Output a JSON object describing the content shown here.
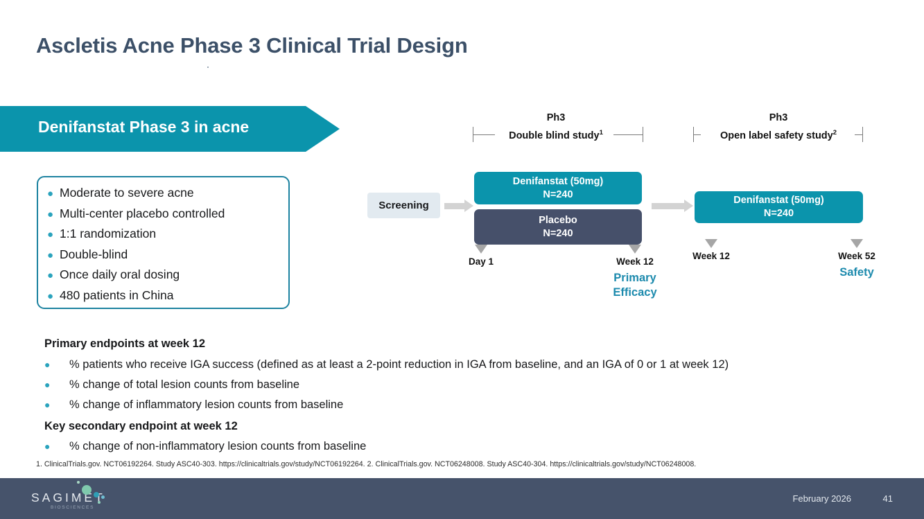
{
  "slide": {
    "title": "Ascletis Acne Phase 3 Clinical Trial Design",
    "banner_label": "Denifanstat Phase 3 in acne"
  },
  "design_card": {
    "bullets": [
      "Moderate to severe acne",
      "Multi-center placebo controlled",
      "1:1 randomization",
      "Double-blind",
      "Once daily oral dosing",
      "480 patients in China"
    ]
  },
  "diagram": {
    "phases": [
      {
        "phase": "Ph3",
        "study": "Double blind study",
        "footnote_ref": "1"
      },
      {
        "phase": "Ph3",
        "study": "Open label safety study",
        "footnote_ref": "2"
      }
    ],
    "screening_label": "Screening",
    "arms": [
      {
        "name": "Denifanstat (50mg)",
        "n": "N=240"
      },
      {
        "name": "Placebo",
        "n": "N=240"
      },
      {
        "name": "Denifanstat (50mg)",
        "n": "N=240"
      }
    ],
    "markers": [
      {
        "label": "Day 1",
        "note": ""
      },
      {
        "label": "Week 12",
        "note": "Primary\nEfficacy"
      },
      {
        "label": "Week 12",
        "note": ""
      },
      {
        "label": "Week 52",
        "note": "Safety"
      }
    ]
  },
  "endpoints": {
    "primary_heading": "Primary endpoints at week 12",
    "primary_items": [
      "% patients who receive IGA success (defined as at least a 2-point reduction in IGA from baseline, and an IGA of 0 or 1 at week 12)",
      "% change of total lesion counts from baseline",
      "% change of inflammatory lesion counts from baseline"
    ],
    "secondary_heading": "Key secondary endpoint at week 12",
    "secondary_items": [
      "% change of non-inflammatory lesion counts from baseline"
    ]
  },
  "footnote": "1. ClinicalTrials.gov. NCT06192264. Study ASC40-303. https://clinicaltrials.gov/study/NCT06192264. 2. ClinicalTrials.gov. NCT06248008. Study ASC40-304. https://clinicaltrials.gov/study/NCT06248008.",
  "footer": {
    "logo_word": "SAGIMET",
    "logo_sub": "BIOSCIENCES",
    "date": "February 2026",
    "page_number": "41"
  },
  "colors": {
    "teal": "#0b94ac",
    "navy": "#46536b",
    "accent_text": "#1c8aad",
    "title": "#3c5068",
    "screening_bg": "#e2eaf0",
    "arrow_gray": "#d3d3d3",
    "marker_gray": "#a6a6a6"
  }
}
